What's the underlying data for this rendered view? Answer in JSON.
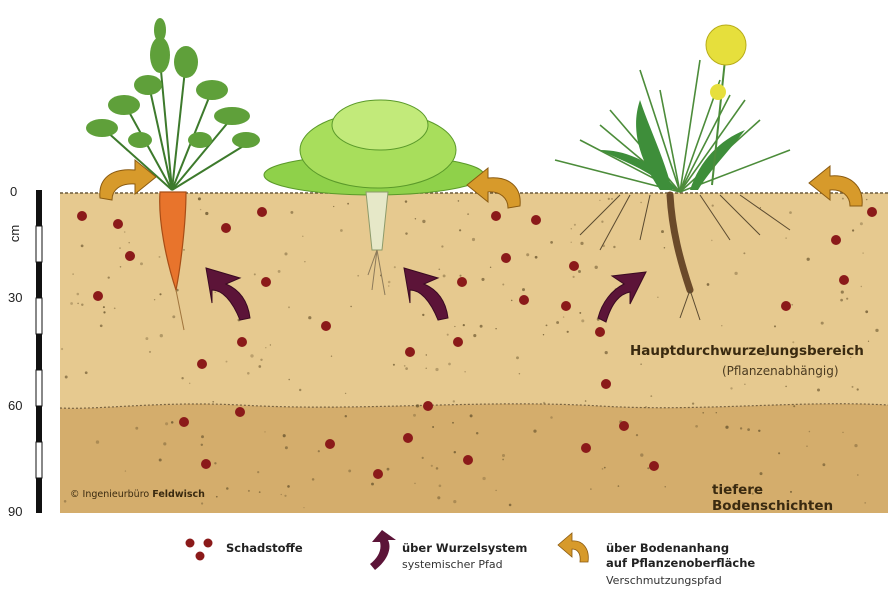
{
  "scale": {
    "unit": "cm",
    "ticks": [
      "0",
      "30",
      "60",
      "90"
    ]
  },
  "zones": {
    "main_label": "Hauptdurchwurzelungsbereich",
    "main_sublabel": "(Pflanzenabhängig)",
    "deep_label": "tiefere Bodenschichten"
  },
  "copyright": {
    "prefix": "© Ingenieurbüro",
    "name": "Feldwisch"
  },
  "legend": {
    "pollutants": "Schadstoffe",
    "root_path_title": "über Wurzelsystem",
    "root_path_sub": "systemischer Pfad",
    "surface_path_title_1": "über Bodenanhang",
    "surface_path_title_2": "auf Pflanzenoberfläche",
    "surface_path_sub": "Verschmutzungspfad"
  },
  "colors": {
    "soil_upper": "#e6c98f",
    "soil_lower": "#d4ad6c",
    "pollutant": "#8b1a1a",
    "root_arrow": "#5c1438",
    "surface_arrow": "#d79a2b"
  },
  "icons": [
    "carrot-plant",
    "lettuce-plant",
    "dandelion-grass-plant"
  ]
}
